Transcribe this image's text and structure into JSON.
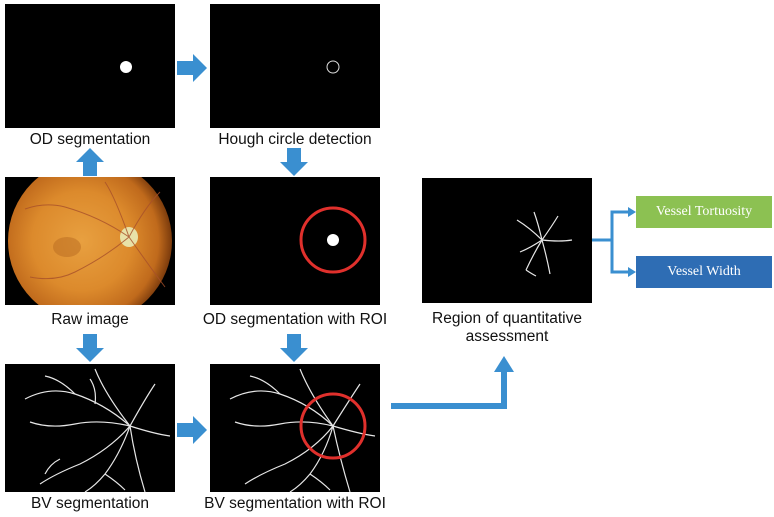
{
  "captions": {
    "od_segmentation": "OD segmentation",
    "hough": "Hough circle detection",
    "raw": "Raw image",
    "od_roi": "OD segmentation with ROI",
    "bv_segmentation": "BV segmentation",
    "bv_roi": "BV segmentation with ROI",
    "region_line1": "Region of quantitative",
    "region_line2": "assessment"
  },
  "outputs": {
    "tortuosity": "Vessel Tortuosity",
    "width": "Vessel Width"
  },
  "colors": {
    "arrow_blue": "#3a8fd0",
    "roi_red": "#e0302c",
    "tortuosity_box": "#8cc152",
    "width_box": "#2e6db4"
  }
}
